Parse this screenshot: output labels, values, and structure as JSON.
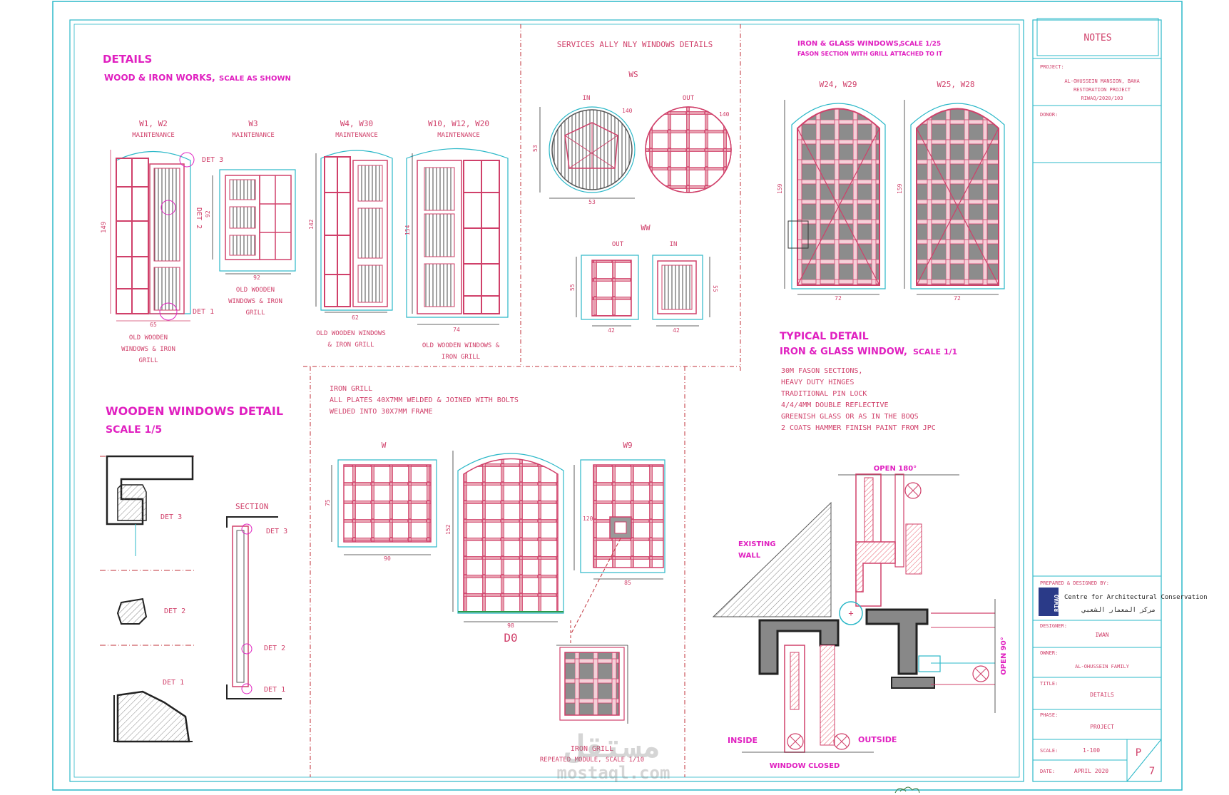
{
  "sheet": {
    "details_title": "DETAILS",
    "details_sub": "WOOD & IRON WORKS,",
    "details_scale": "SCALE AS SHOWN",
    "services_title": "SERVICES ALLY NLY WINDOWS DETAILS",
    "iron_glass_title": "IRON & GLASS WINDOWS,",
    "iron_glass_scale": "SCALE 1/25",
    "iron_glass_sub": "FASON SECTION WITH GRILL ATTACHED TO IT",
    "wooden_windows_title": "WOODEN WINDOWS DETAIL",
    "wooden_windows_scale": "SCALE 1/5",
    "typical_title": "TYPICAL DETAIL",
    "typical_sub": "IRON & GLASS WINDOW,",
    "typical_scale": "SCALE 1/1",
    "typical_notes": [
      "30M FASON SECTIONS,",
      "HEAVY DUTY HINGES",
      "TRADITIONAL PIN LOCK",
      "4/4/4MM DOUBLE REFLECTIVE",
      "GREENISH GLASS OR AS IN THE BOQS",
      "2 COATS HAMMER FINISH PAINT FROM JPC"
    ],
    "iron_grill_notes": [
      "IRON GRILL",
      "ALL PLATES 40X7MM WELDED & JOINED WITH BOLTS",
      "WELDED INTO 30X7MM FRAME"
    ]
  },
  "windows": {
    "w1": {
      "label": "W1, W2",
      "sub": "MAINTENANCE",
      "note": [
        "OLD WOODEN",
        "WINDOWS & IRON",
        "GRILL"
      ],
      "h": "149",
      "w": "65"
    },
    "w3": {
      "label": "W3",
      "sub": "MAINTENANCE",
      "note": [
        "OLD WOODEN",
        "WINDOWS & IRON",
        "GRILL"
      ],
      "h": "92",
      "w": "92"
    },
    "w4": {
      "label": "W4, W30",
      "sub": "MAINTENANCE",
      "note": [
        "OLD WOODEN WINDOWS",
        "& IRON GRILL"
      ],
      "h": "142",
      "w": "62"
    },
    "w10": {
      "label": "W10, W12, W20",
      "sub": "MAINTENANCE",
      "note": [
        "OLD WOODEN WINDOWS &",
        "IRON GRILL"
      ],
      "h": "154",
      "w": "74"
    },
    "ws": {
      "label": "WS",
      "in": "IN",
      "out": "OUT",
      "d1": "140",
      "d2": "140",
      "h": "53",
      "w": "53"
    },
    "ww": {
      "label": "WW",
      "in": "IN",
      "out": "OUT",
      "h1": "55",
      "h2": "55",
      "w1": "42",
      "w2": "42"
    },
    "w24": {
      "label": "W24, W29",
      "h": "159",
      "w": "72"
    },
    "w25": {
      "label": "W25, W28",
      "h": "159",
      "w": "72"
    },
    "wg": {
      "label": "W",
      "h": "75",
      "w": "90"
    },
    "d0": {
      "label": "D0",
      "h": "152",
      "w": "98"
    },
    "w9": {
      "label": "W9",
      "h": "120",
      "w": "85"
    },
    "module": {
      "label": "IRON GRILL",
      "sub": "REPEATED MODULE, SCALE 1/10"
    }
  },
  "wooden_detail": {
    "det3": "DET 3",
    "det2": "DET 2",
    "det1": "DET 1",
    "section": "SECTION",
    "sec_det3": "DET 3",
    "sec_det2": "DET 2",
    "sec_det1": "DET 1"
  },
  "w1_callouts": {
    "det3": "DET 3",
    "det2": "DET 2",
    "det1": "DET 1"
  },
  "typical_labels": {
    "open180": "OPEN 180°",
    "open90": "OPEN 90°",
    "existing": "EXISTING",
    "wall": "WALL",
    "inside": "INSIDE",
    "outside": "OUTSIDE",
    "closed": "WINDOW CLOSED"
  },
  "title_block": {
    "notes": "NOTES",
    "project_label": "PROJECT:",
    "project_lines": [
      "AL-OHUSSEIN MANSION, BAHA",
      "RESTORATION PROJECT",
      "RIWAQ/2020/103"
    ],
    "donor_label": "DONOR:",
    "org_label": "PREPARED & DESIGNED BY:",
    "org_name": "Centre for Architectural Conservation",
    "org_arabic": "مركز المعمار الشعبي",
    "org_logo": "RIWAQ",
    "designer_label": "DESIGNER:",
    "designer": "IWAN",
    "owner_label": "OWNER:",
    "owner": "AL-OHUSSEIN FAMILY",
    "title_label": "TITLE:",
    "title": "DETAILS",
    "phase_label": "PHASE:",
    "phase": "PROJECT",
    "scale_label": "SCALE:",
    "scale": "1-100",
    "date_label": "DATE:",
    "date": "APRIL 2020",
    "sheet_letter": "P",
    "sheet_no": "7"
  },
  "watermark": {
    "arabic": "مستقل",
    "latin": "mostaql.com"
  }
}
